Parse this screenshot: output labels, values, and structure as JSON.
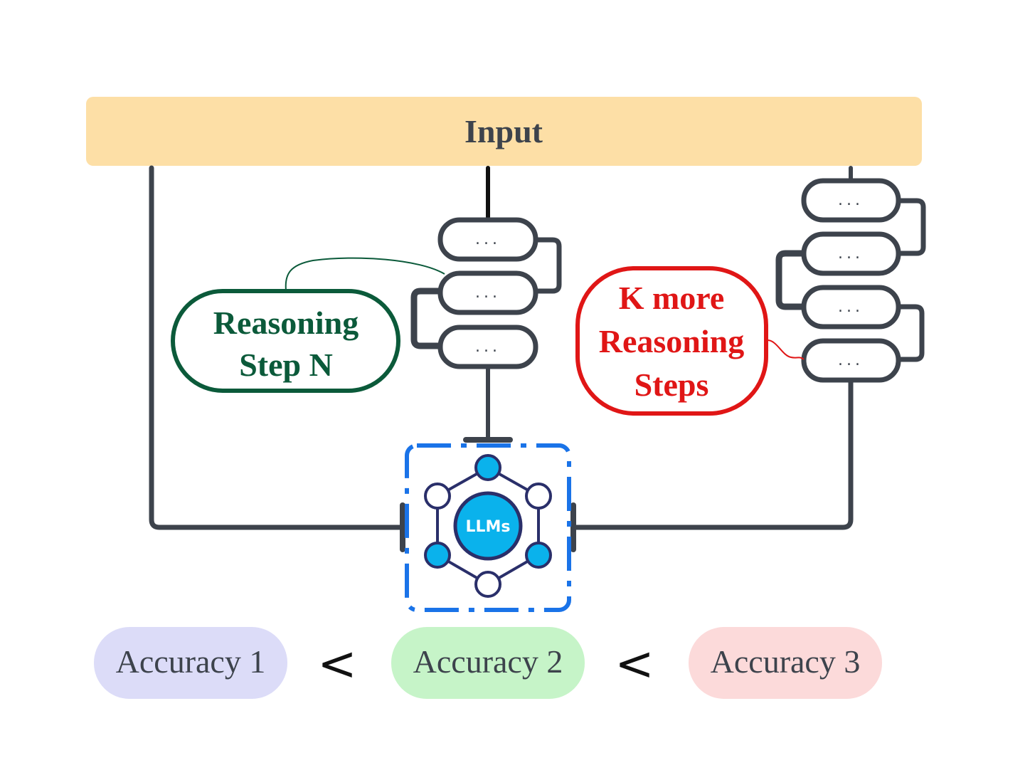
{
  "input": {
    "label": "Input"
  },
  "step_box": {
    "label": "..."
  },
  "callouts": {
    "reasoning_step": {
      "line1": "Reasoning",
      "line2": "Step N",
      "color": "#0b5a3a"
    },
    "k_more": {
      "line1": "K more",
      "line2": "Reasoning",
      "line3": "Steps",
      "color": "#e01616"
    }
  },
  "llm": {
    "label": "LLMs",
    "accent": "#0ab2ec",
    "frame_color": "#1a73e8"
  },
  "accuracies": [
    {
      "label": "Accuracy 1",
      "color": "#dcdcf8"
    },
    {
      "label": "Accuracy 2",
      "color": "#c6f4c8"
    },
    {
      "label": "Accuracy 3",
      "color": "#fcdada"
    }
  ],
  "comparators": [
    "<",
    "<"
  ],
  "colors": {
    "input_bar": "#fddfa6",
    "connector": "#3d434c",
    "text": "#3d434c"
  }
}
